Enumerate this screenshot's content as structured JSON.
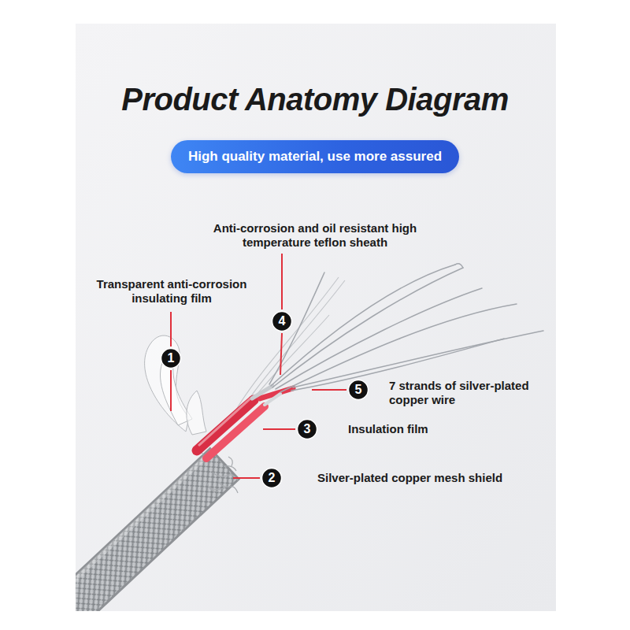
{
  "diagram": {
    "title": "Product Anatomy Diagram",
    "nodes": [
      {
        "text": [
          "High quality material, use more assured"
        ]
      },
      {
        "text": [
          "4"
        ]
      },
      {
        "text": [
          "1"
        ]
      },
      {
        "text": [
          "5"
        ]
      },
      {
        "text": [
          "3"
        ]
      },
      {
        "text": [
          "2"
        ]
      }
    ],
    "labels": [
      "Anti-corrosion and oil resistant high temperature teflon sheath",
      "Transparent anti-corrosion insulating film",
      "7 strands of silver-plated copper wire",
      "Insulation film",
      "Silver-plated copper mesh shield"
    ]
  }
}
